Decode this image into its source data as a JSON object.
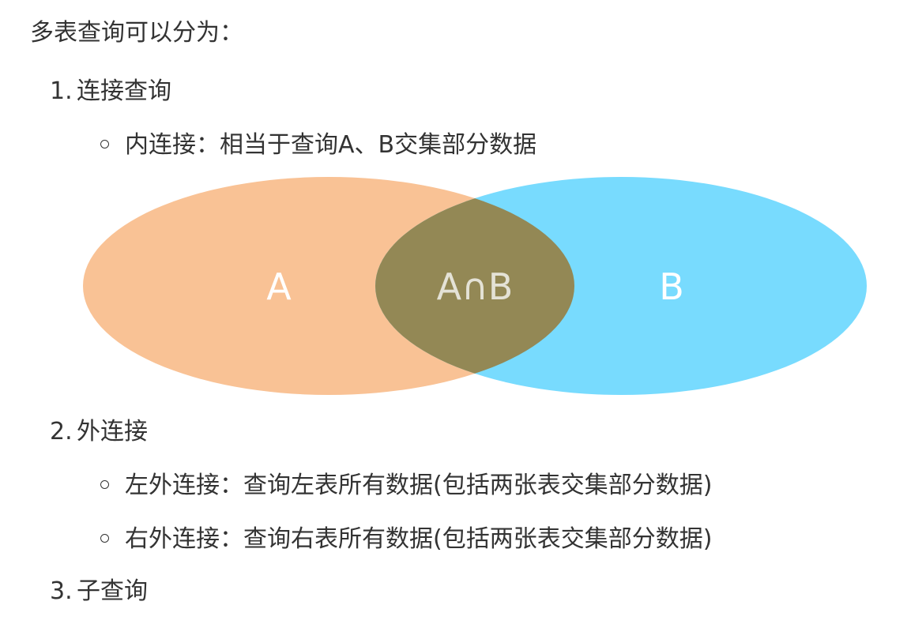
{
  "intro": "多表查询可以分为：",
  "items": [
    {
      "num": "1.",
      "label": "连接查询"
    },
    {
      "num": "2.",
      "label": "外连接"
    },
    {
      "num": "3.",
      "label": "子查询"
    }
  ],
  "inner_join": "内连接：相当于查询A、B交集部分数据",
  "left_join": "左外连接：查询左表所有数据(包括两张表交集部分数据)",
  "right_join": "右外连接：查询右表所有数据(包括两张表交集部分数据)",
  "venn": {
    "label_a": "A",
    "label_b": "B",
    "label_ab": "A∩B",
    "color_a": "#f9c295",
    "color_b": "#78dbfe",
    "color_ab": "#938855"
  }
}
